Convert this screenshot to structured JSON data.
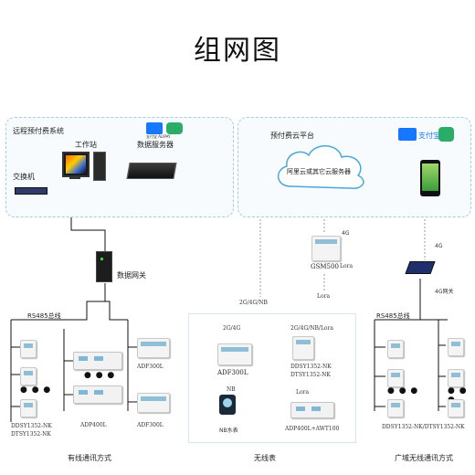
{
  "title": "组网图",
  "remote_system": {
    "label": "远程预付费系统",
    "workstation": "工作站",
    "data_server": "数据服务器",
    "switch": "交换机"
  },
  "cloud_platform": {
    "label": "预付费云平台",
    "cloud_text": "阿里云或其它云服务器"
  },
  "payment": {
    "alipay": "支付宝",
    "alipay_small": "支付宝 ALIPAY"
  },
  "gateway": {
    "label": "数据网关"
  },
  "gsm": {
    "name": "GSM500",
    "band": "4G",
    "lora": "Lora"
  },
  "lora_label": "Lora",
  "network_label": "2G/4G/NB",
  "router": {
    "band": "4G",
    "label": "4G网关"
  },
  "left_bus": "RS485总线",
  "right_bus": "RS485总线",
  "left_devices": {
    "ddsy_a": "DDSY1352-NK",
    "dtsy_a": "DTSY1352-NK",
    "adp400l": "ADP400L",
    "adf300l_1": "ADF300L",
    "adf300l_2": "ADF300L"
  },
  "wireless": {
    "tag_2g4g": "2G/4G",
    "adf300l": "ADF300L",
    "tag_nb_lora": "2G/4G/NB/Lora",
    "ddsy": "DDSY1352-NK",
    "dtsy": "DTSY1352-NK",
    "tag_nb": "NB",
    "nb_water": "NB水表",
    "tag_lora": "Lora",
    "adp_awt": "ADP400L+AWT100"
  },
  "right_devices": {
    "ddsy_dtsy": "DDSY1352-NK/DTSY1352-NK"
  },
  "captions": {
    "wired": "有线通讯方式",
    "wireless_meter": "无线表",
    "wan_wireless": "广域无线通讯方式"
  },
  "colors": {
    "panel_border": "#9fd0e4",
    "cloud_border": "#4aa8d8",
    "alipay_blue": "#1677ff",
    "wechat_green": "#2aae67"
  }
}
